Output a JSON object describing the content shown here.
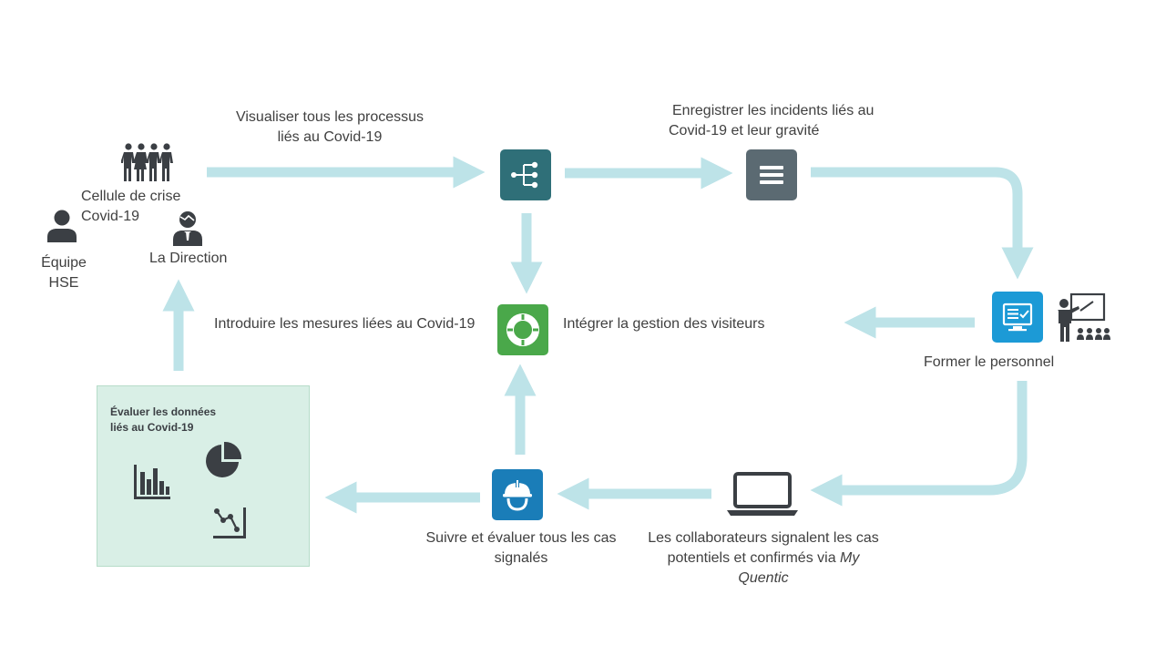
{
  "actors": {
    "crisis_cell": "Cellule de crise Covid-19",
    "crisis_cell_l1": "Cellule de crise",
    "crisis_cell_l2": "Covid-19",
    "hse_l1": "Équipe",
    "hse_l2": "HSE",
    "direction": "La Direction"
  },
  "steps": {
    "visualize_l1": "Visualiser tous les processus",
    "visualize_l2": "liés au Covid-19",
    "record_l1": "Enregistrer les incidents liés au",
    "record_l2": "Covid-19 et leur gravité",
    "introduce": "Introduire les mesures liées au Covid-19",
    "visitors": "Intégrer la gestion des visiteurs",
    "train": "Former le personnel",
    "follow_l1": "Suivre et évaluer tous les cas",
    "follow_l2": "signalés",
    "report_l1": "Les collaborateurs signalent les cas",
    "report_l2": "potentiels et confirmés via",
    "report_l2_italic": "My",
    "report_l3_italic": "Quentic"
  },
  "evaluate_panel": {
    "title_l1": "Évaluer les données",
    "title_l2": "liés au Covid-19"
  },
  "icons": {
    "process": "process-tree-icon",
    "incidents": "list-icon",
    "measures": "lifebuoy-icon",
    "training_screen": "monitor-checklist-icon",
    "training_presenter": "presenter-icon",
    "cases": "safety-helmet-icon",
    "laptop": "laptop-icon",
    "crisis_people": "group-people-icon",
    "hse_person": "person-icon",
    "director": "director-icon",
    "bar_chart": "bar-chart-icon",
    "pie_chart": "pie-chart-icon",
    "line_chart": "line-chart-icon"
  },
  "colors": {
    "arrow": "#bde3e8",
    "process_node": "#2f6f78",
    "incidents_node": "#5b6a72",
    "measures_node": "#4aa84a",
    "training_node": "#1c9ad6",
    "cases_node": "#1a7db8",
    "panel_bg": "#d9efe6",
    "icon_dark": "#3b3f44"
  }
}
